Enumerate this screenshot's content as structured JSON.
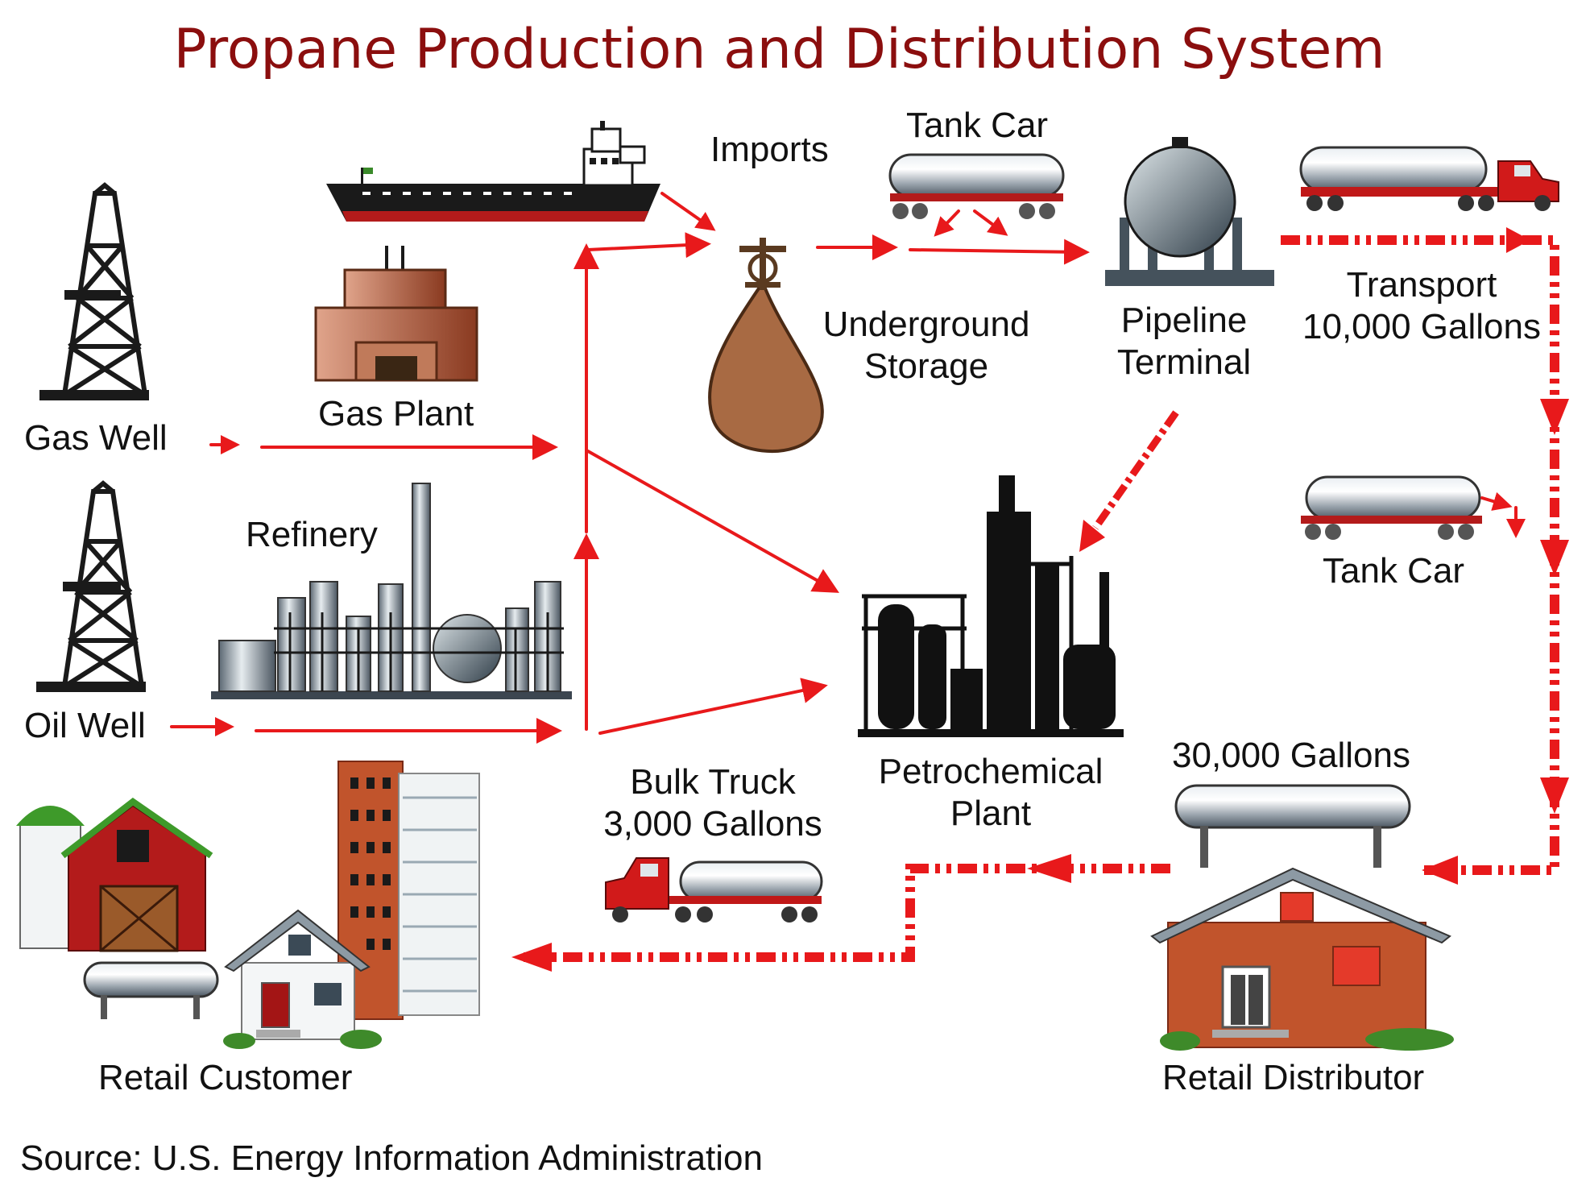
{
  "title": "Propane Production and Distribution System",
  "labels": {
    "gas_well": "Gas Well",
    "oil_well": "Oil Well",
    "gas_plant": "Gas Plant",
    "refinery": "Refinery",
    "imports": "Imports",
    "tank_car_top": "Tank Car",
    "underground_storage_1": "Underground",
    "underground_storage_2": "Storage",
    "pipeline_terminal_1": "Pipeline",
    "pipeline_terminal_2": "Terminal",
    "transport_1": "Transport",
    "transport_2": "10,000 Gallons",
    "tank_car_right": "Tank Car",
    "petrochemical_1": "Petrochemical",
    "petrochemical_2": "Plant",
    "bulk_truck_1": "Bulk Truck",
    "bulk_truck_2": "3,000 Gallons",
    "distributor_tank": "30,000 Gallons",
    "retail_distributor": "Retail Distributor",
    "retail_customer": "Retail Customer",
    "source": "Source:  U.S. Energy Information Administration"
  },
  "colors": {
    "title": "#8b0e0e",
    "arrow": "#e8191b",
    "steel": "#9aa4ad",
    "brick": "#b5462a",
    "storage": "#a86a43"
  }
}
